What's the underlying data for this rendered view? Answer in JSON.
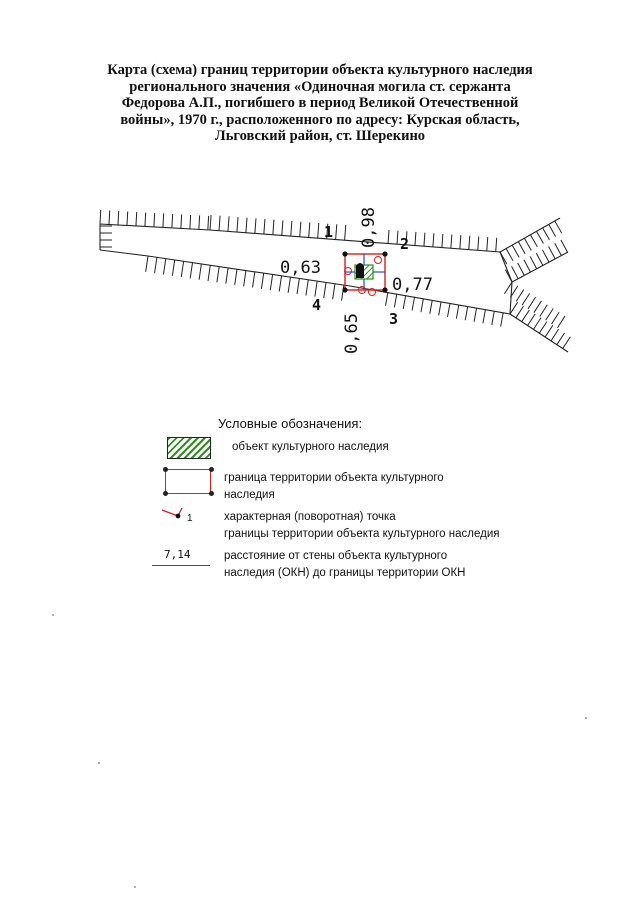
{
  "title_lines": [
    "Карта (схема) границ территории объекта культурного наследия",
    "регионального значения «Одиночная могила ст. сержанта",
    "Федорова А.П., погибшего в период Великой Отечественной",
    "войны», 1970 г., расположенного по адресу: Курская область,",
    "Льговский район, ст. Шерекино"
  ],
  "map": {
    "points": [
      "1",
      "2",
      "3",
      "4"
    ],
    "distances": {
      "north": "0,98",
      "west": "0,63",
      "east": "0,77",
      "south": "0,65"
    }
  },
  "legend": {
    "title": "Условные обозначения:",
    "heritage_object": "объект культурного наследия",
    "boundary_line1": "граница территории объекта культурного",
    "boundary_line2": "наследия",
    "point_number": "1",
    "point_line1": "характерная (поворотная) точка",
    "point_line2": "границы территории объекта культурного наследия",
    "distance_value": "7,14",
    "distance_line1": "расстояние от стены объекта культурного",
    "distance_line2": "наследия (ОКН) до границы территории ОКН"
  },
  "colors": {
    "boundary": "#d82020",
    "hatch": "#2f8f1f",
    "distance": "#1f4fd0",
    "outline": "#222222"
  },
  "icons": [
    "grave-marker-icon",
    "turning-point-icon"
  ]
}
